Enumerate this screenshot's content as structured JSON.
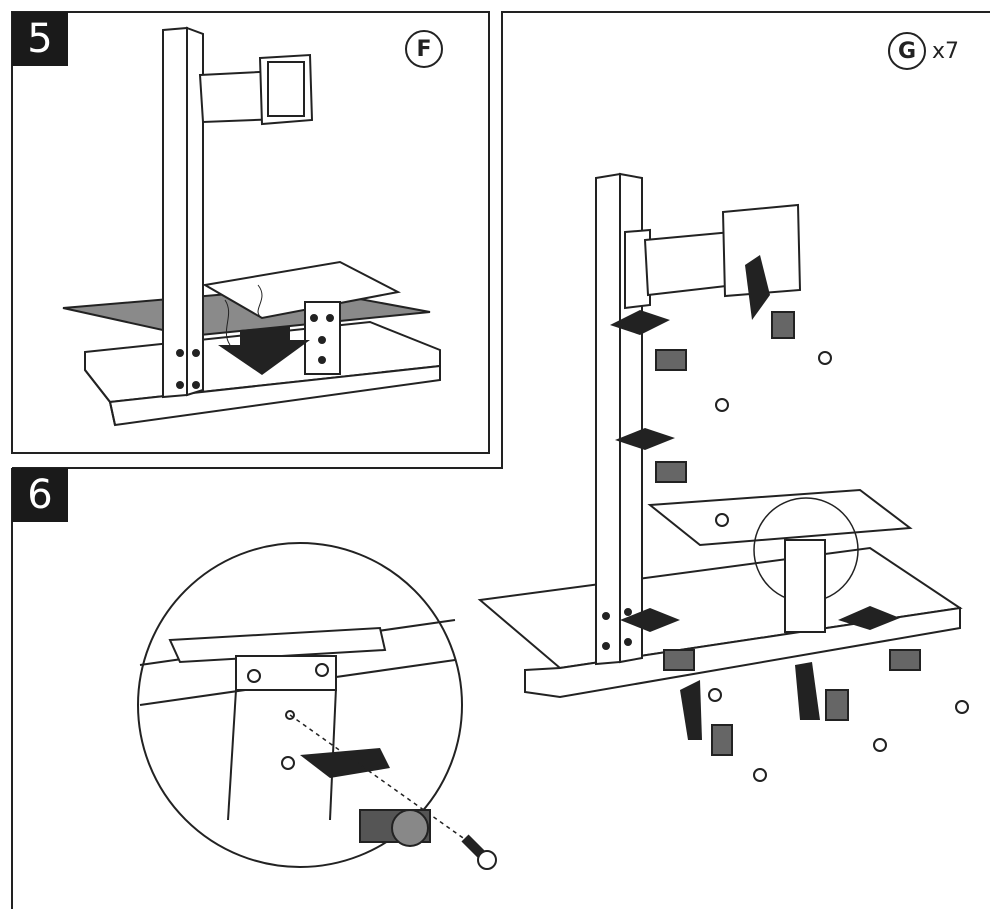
{
  "steps": {
    "step5": {
      "number": "5",
      "part_letter": "F"
    },
    "step6": {
      "number": "6",
      "part_letter": "G",
      "quantity": "x7"
    }
  }
}
